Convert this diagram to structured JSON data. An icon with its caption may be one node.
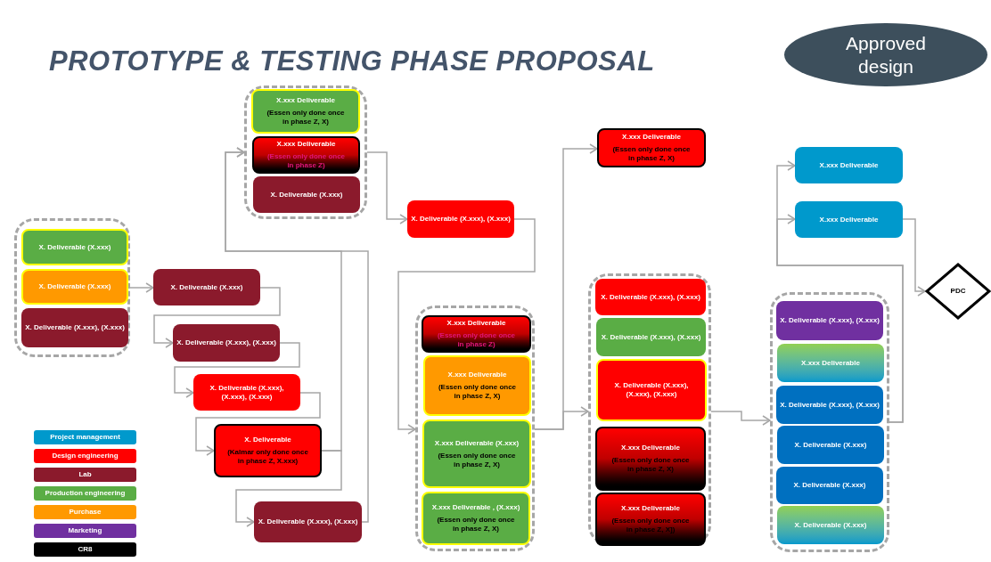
{
  "diagram": {
    "title": "PROTOTYPE & TESTING PHASE PROPOSAL",
    "nodes": [
      {
        "text": [],
        "shape": "box"
      },
      {
        "text": [
          "X. Deliverable (X.xxx)"
        ],
        "in": 0
      },
      {
        "text": [
          "X. Deliverable (X.xxx)"
        ],
        "in": 0
      },
      {
        "text": [
          "X. Deliverable (X.xxx), (X.xxx)"
        ],
        "in": 0
      },
      {
        "text": [],
        "shape": "box"
      },
      {
        "text": [
          "X.xxx Deliverable",
          "(Essen only done once in phase Z, X)"
        ],
        "in": 4
      },
      {
        "text": [
          "X.xxx Deliverable",
          "(Essen only done once in phase Z)"
        ],
        "in": 4
      },
      {
        "text": [
          "X. Deliverable (X.xxx)"
        ],
        "in": 4
      },
      {
        "text": [
          "X. Deliverable (X.xxx)"
        ]
      },
      {
        "text": [
          "X. Deliverable (X.xxx), (X.xxx)"
        ]
      },
      {
        "text": [
          "X. Deliverable (X.xxx), (X.xxx), (X.xxx)"
        ]
      },
      {
        "text": [
          "X. Deliverable",
          "(Kalmar only done once in phase Z, X.xxx)"
        ]
      },
      {
        "text": [
          "X. Deliverable (X.xxx), (X.xxx)"
        ]
      },
      {
        "text": [
          "X. Deliverable (X.xxx), (X.xxx)"
        ]
      },
      {
        "text": [
          "X.xxx Deliverable",
          "(Essen only done once in phase Z, X)"
        ]
      },
      {
        "text": [],
        "shape": "box"
      },
      {
        "text": [
          "X.xxx Deliverable",
          "(Essen only done once in phase Z)"
        ],
        "in": 15
      },
      {
        "text": [
          "X.xxx Deliverable",
          "(Essen only done once in phase Z, X)"
        ],
        "in": 15
      },
      {
        "text": [
          "X.xxx Deliverable (X.xxx)",
          "(Essen only done once in phase Z, X)"
        ],
        "in": 15
      },
      {
        "text": [
          "X.xxx Deliverable , (X.xxx)",
          "(Essen only done once in phase Z, X)"
        ],
        "in": 15
      },
      {
        "text": [],
        "shape": "box"
      },
      {
        "text": [
          "X. Deliverable (X.xxx), (X.xxx)"
        ],
        "in": 20
      },
      {
        "text": [
          "X. Deliverable (X.xxx), (X.xxx)"
        ],
        "in": 20
      },
      {
        "text": [
          "X. Deliverable (X.xxx), (X.xxx), (X.xxx)"
        ],
        "in": 20
      },
      {
        "text": [
          "X.xxx Deliverable",
          "(Essen only done once in phase Z, X)"
        ],
        "in": 20
      },
      {
        "text": [
          "X.xxx Deliverable",
          "(Essen only done once in phase Z, X])"
        ],
        "in": 20
      },
      {
        "text": [
          "X.xxx Deliverable"
        ]
      },
      {
        "text": [
          "X.xxx Deliverable"
        ]
      },
      {
        "text": [
          "PDC"
        ]
      },
      {
        "text": [],
        "shape": "box"
      },
      {
        "text": [
          "X. Deliverable (X.xxx), (X.xxx)"
        ],
        "in": 29
      },
      {
        "text": [
          "X.xxx Deliverable"
        ],
        "in": 29
      },
      {
        "text": [
          "X. Deliverable (X.xxx), (X.xxx)"
        ],
        "in": 29
      },
      {
        "text": [
          "X. Deliverable (X.xxx)"
        ],
        "in": 29
      },
      {
        "text": [
          "X. Deliverable (X.xxx)"
        ],
        "in": 29
      },
      {
        "text": [
          "X. Deliverable (X.xxx)"
        ],
        "in": 29
      },
      {
        "text": [
          "Approved design"
        ]
      }
    ],
    "edges": [
      {
        "from": 2,
        "to": 8,
        "arrow": "to"
      },
      {
        "from": 8,
        "to": 9,
        "arrow": "to"
      },
      {
        "from": 9,
        "to": 10,
        "arrow": "to"
      },
      {
        "from": 10,
        "to": 11,
        "arrow": "to"
      },
      {
        "from": 11,
        "to": 12,
        "arrow": "to"
      },
      {
        "from": 11,
        "to": 4,
        "arrow": "to"
      },
      {
        "from": 12,
        "to": 4,
        "arrow": "to"
      },
      {
        "from": 4,
        "to": 13,
        "arrow": "to"
      },
      {
        "from": 13,
        "to": 15,
        "arrow": "to"
      },
      {
        "from": 15,
        "to": 20,
        "arrow": "to"
      },
      {
        "from": 15,
        "to": 14,
        "arrow": "to"
      },
      {
        "from": 20,
        "to": 29,
        "arrow": "to"
      },
      {
        "from": 29,
        "to": 26,
        "arrow": "to"
      },
      {
        "from": 29,
        "to": 27,
        "arrow": "to"
      },
      {
        "from": 27,
        "to": 28,
        "arrow": "to"
      }
    ],
    "legend": [
      {
        "text": "Project management",
        "color": "#0099cc"
      },
      {
        "text": "Design engineering",
        "color": "#ff0000"
      },
      {
        "text": "Lab",
        "color": "#8b1a2c"
      },
      {
        "text": "Production engineering",
        "color": "#5aad45"
      },
      {
        "text": "Purchase",
        "color": "#ff9900"
      },
      {
        "text": "Marketing",
        "color": "#7030a0"
      },
      {
        "text": "CR8",
        "color": "#000000"
      }
    ]
  }
}
